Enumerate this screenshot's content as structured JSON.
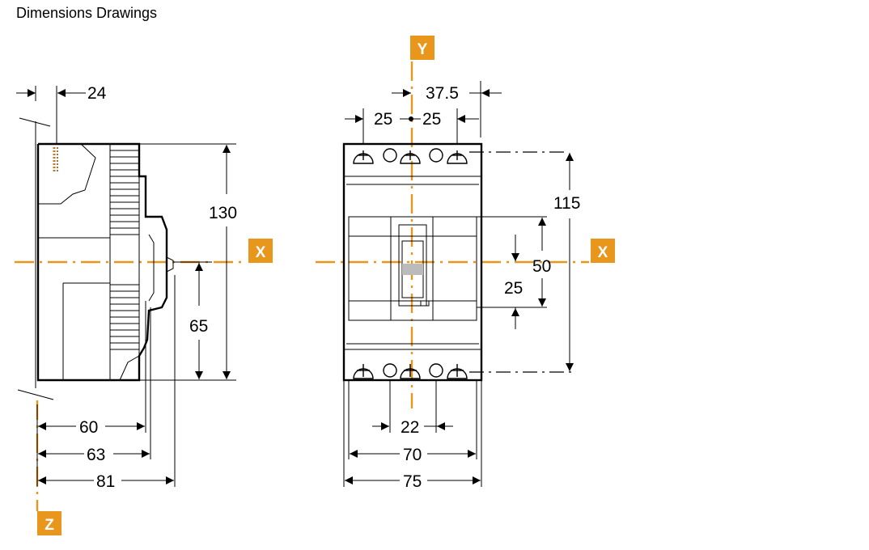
{
  "title": "Dimensions Drawings",
  "axis_color": "#e8961c",
  "axes": {
    "x": "X",
    "y": "Y",
    "z": "Z"
  },
  "side_view": {
    "dims": {
      "top_offset": "24",
      "height": "130",
      "center_height": "65",
      "depth_60": "60",
      "depth_63": "63",
      "depth_81": "81"
    }
  },
  "front_view": {
    "dims": {
      "half_width": "37.5",
      "pitch_left": "25",
      "pitch_right": "25",
      "terminal_height": "115",
      "window_50": "50",
      "window_25": "25",
      "pitch_22": "22",
      "width_70": "70",
      "width_75": "75"
    }
  }
}
